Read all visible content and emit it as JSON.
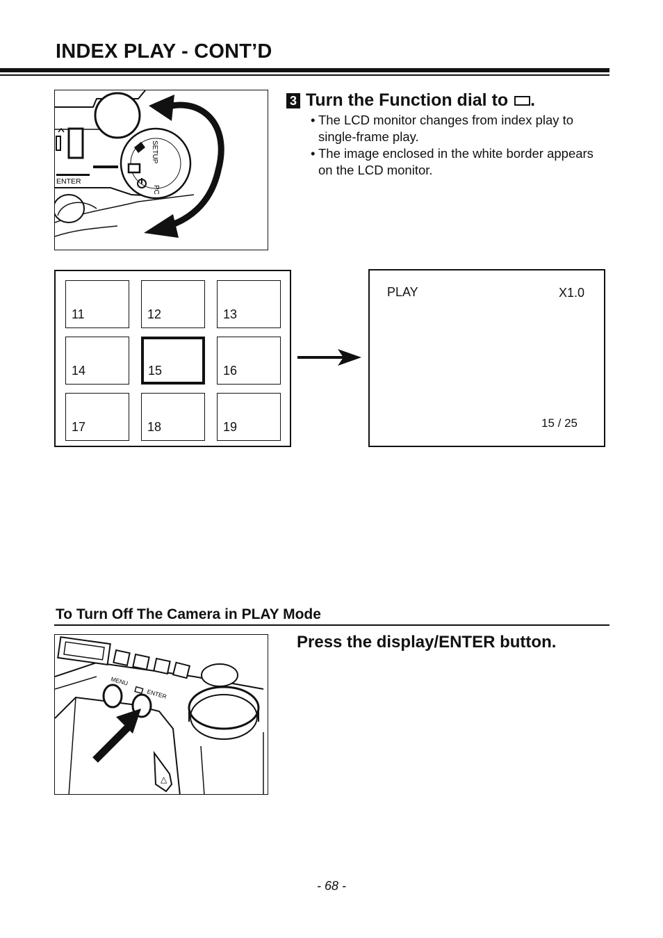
{
  "header": {
    "title": "INDEX PLAY - CONT’D"
  },
  "step3": {
    "number": "3",
    "heading": "Turn the Function dial to",
    "heading_end": ".",
    "bullets": [
      "The LCD monitor changes from index play to single-frame play.",
      "The image enclosed in the white border appears on the LCD monitor."
    ]
  },
  "dial_illustration": {
    "labels": {
      "setup": "SETUP",
      "pc": "PC",
      "enter": "ENTER"
    }
  },
  "index_screen": {
    "thumbnails": [
      {
        "label": "11",
        "selected": false
      },
      {
        "label": "12",
        "selected": false
      },
      {
        "label": "13",
        "selected": false
      },
      {
        "label": "14",
        "selected": false
      },
      {
        "label": "15",
        "selected": true
      },
      {
        "label": "16",
        "selected": false
      },
      {
        "label": "17",
        "selected": false
      },
      {
        "label": "18",
        "selected": false
      },
      {
        "label": "19",
        "selected": false
      }
    ]
  },
  "single_screen": {
    "mode": "PLAY",
    "zoom": "X1.0",
    "counter": "15 / 25"
  },
  "turn_off_section": {
    "heading": "To Turn Off The Camera in PLAY Mode",
    "instruction": "Press the display/ENTER button.",
    "illustration_labels": {
      "menu": "MENU",
      "enter": "ENTER"
    }
  },
  "footer": {
    "page_number": "- 68 -"
  }
}
